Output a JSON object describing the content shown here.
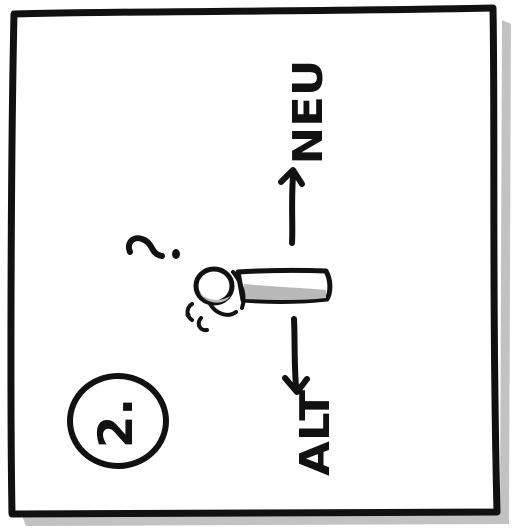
{
  "sketch": {
    "label_new": "NEU",
    "label_old": "ALT",
    "question_mark": "?",
    "step_number": "2.",
    "ink_color": "#111111",
    "shade_color": "#b9b9b9",
    "paper_color": "#ffffff",
    "shadow_color": "#8f8f8f"
  }
}
